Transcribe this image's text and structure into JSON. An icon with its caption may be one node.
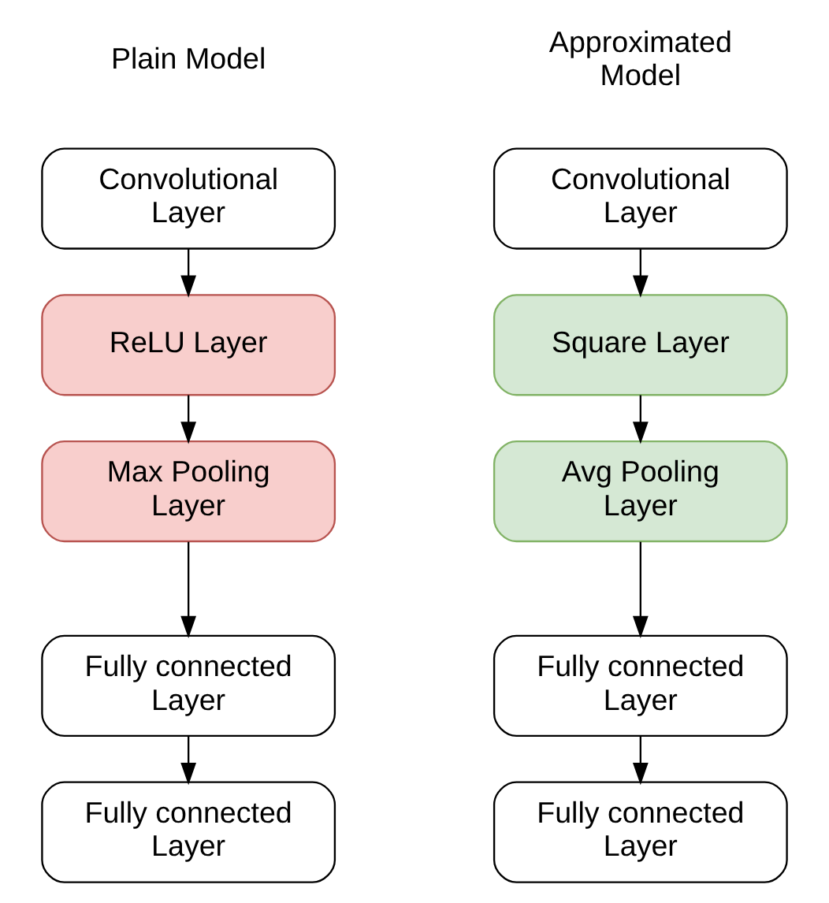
{
  "diagram": {
    "nodes": [
      {
        "text": [
          "Convolutional Layer"
        ]
      },
      {
        "text": [
          "ReLU Layer"
        ]
      },
      {
        "text": [
          "Max Pooling Layer"
        ]
      },
      {
        "text": [
          "Fully connected Layer"
        ]
      },
      {
        "text": [
          "Fully connected Layer"
        ]
      },
      {
        "text": [
          "Convolutional Layer"
        ]
      },
      {
        "text": [
          "Square Layer"
        ]
      },
      {
        "text": [
          "Avg Pooling Layer"
        ]
      },
      {
        "text": [
          "Fully connected Layer"
        ]
      },
      {
        "text": [
          "Fully connected Layer"
        ]
      }
    ],
    "edges": [
      {
        "from": 0,
        "to": 1,
        "arrow": "to"
      },
      {
        "from": 1,
        "to": 2,
        "arrow": "to"
      },
      {
        "from": 2,
        "to": 3,
        "arrow": "to"
      },
      {
        "from": 3,
        "to": 4,
        "arrow": "to"
      },
      {
        "from": 5,
        "to": 6,
        "arrow": "to"
      },
      {
        "from": 6,
        "to": 7,
        "arrow": "to"
      },
      {
        "from": 7,
        "to": 8,
        "arrow": "to"
      },
      {
        "from": 8,
        "to": 9,
        "arrow": "to"
      }
    ],
    "labels": [
      "Plain Model",
      "Approximated Model"
    ]
  }
}
